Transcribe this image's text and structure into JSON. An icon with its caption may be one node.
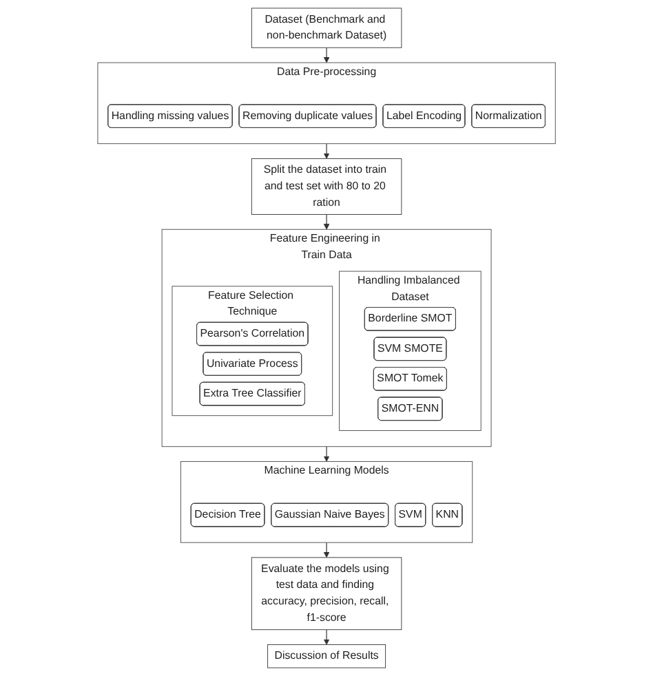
{
  "diagram": {
    "nodes": [
      {
        "text": [
          "Dataset (Benchmark and non-benchmark Dataset)"
        ]
      },
      {
        "text": [
          "Data Pre-processing"
        ]
      },
      {
        "text": [
          "Handling missing values"
        ],
        "in": 1
      },
      {
        "text": [
          "Removing duplicate values"
        ],
        "in": 1
      },
      {
        "text": [
          "Label Encoding"
        ],
        "in": 1
      },
      {
        "text": [
          "Normalization"
        ],
        "in": 1
      },
      {
        "text": [
          "Split the dataset into train and test set with 80 to 20 ration"
        ]
      },
      {
        "text": [
          "Feature Engineering in Train Data"
        ]
      },
      {
        "text": [
          "Handling Imbalanced Dataset"
        ],
        "in": 7
      },
      {
        "text": [
          "Borderline SMOT"
        ],
        "in": 8
      },
      {
        "text": [
          "SVM SMOTE"
        ],
        "in": 8
      },
      {
        "text": [
          "SMOT Tomek"
        ],
        "in": 8
      },
      {
        "text": [
          "SMOT-ENN"
        ],
        "in": 8
      },
      {
        "text": [
          "Feature Selection Technique"
        ],
        "in": 7
      },
      {
        "text": [
          "Pearson's Correlation"
        ],
        "in": 13
      },
      {
        "text": [
          "Univariate Process"
        ],
        "in": 13
      },
      {
        "text": [
          "Extra Tree Classifier"
        ],
        "in": 13
      },
      {
        "text": [
          "Machine Learning Models"
        ]
      },
      {
        "text": [
          "Decision Tree"
        ],
        "in": 17
      },
      {
        "text": [
          "Gaussian Naive Bayes"
        ],
        "in": 17
      },
      {
        "text": [
          "SVM"
        ],
        "in": 17
      },
      {
        "text": [
          "KNN"
        ],
        "in": 17
      },
      {
        "text": [
          "Evaluate the models using test data and finding accuracy, precision, recall, f1-score"
        ]
      },
      {
        "text": [
          "Discussion of Results"
        ]
      }
    ],
    "edges": [
      {
        "from": 0,
        "to": 1,
        "arrow": "to"
      },
      {
        "from": 1,
        "to": 6,
        "arrow": "to"
      },
      {
        "from": 6,
        "to": 7,
        "arrow": "to"
      },
      {
        "from": 7,
        "to": 17,
        "arrow": "to"
      },
      {
        "from": 17,
        "to": 22,
        "arrow": "to"
      },
      {
        "from": 22,
        "to": 23,
        "arrow": "to"
      }
    ]
  }
}
